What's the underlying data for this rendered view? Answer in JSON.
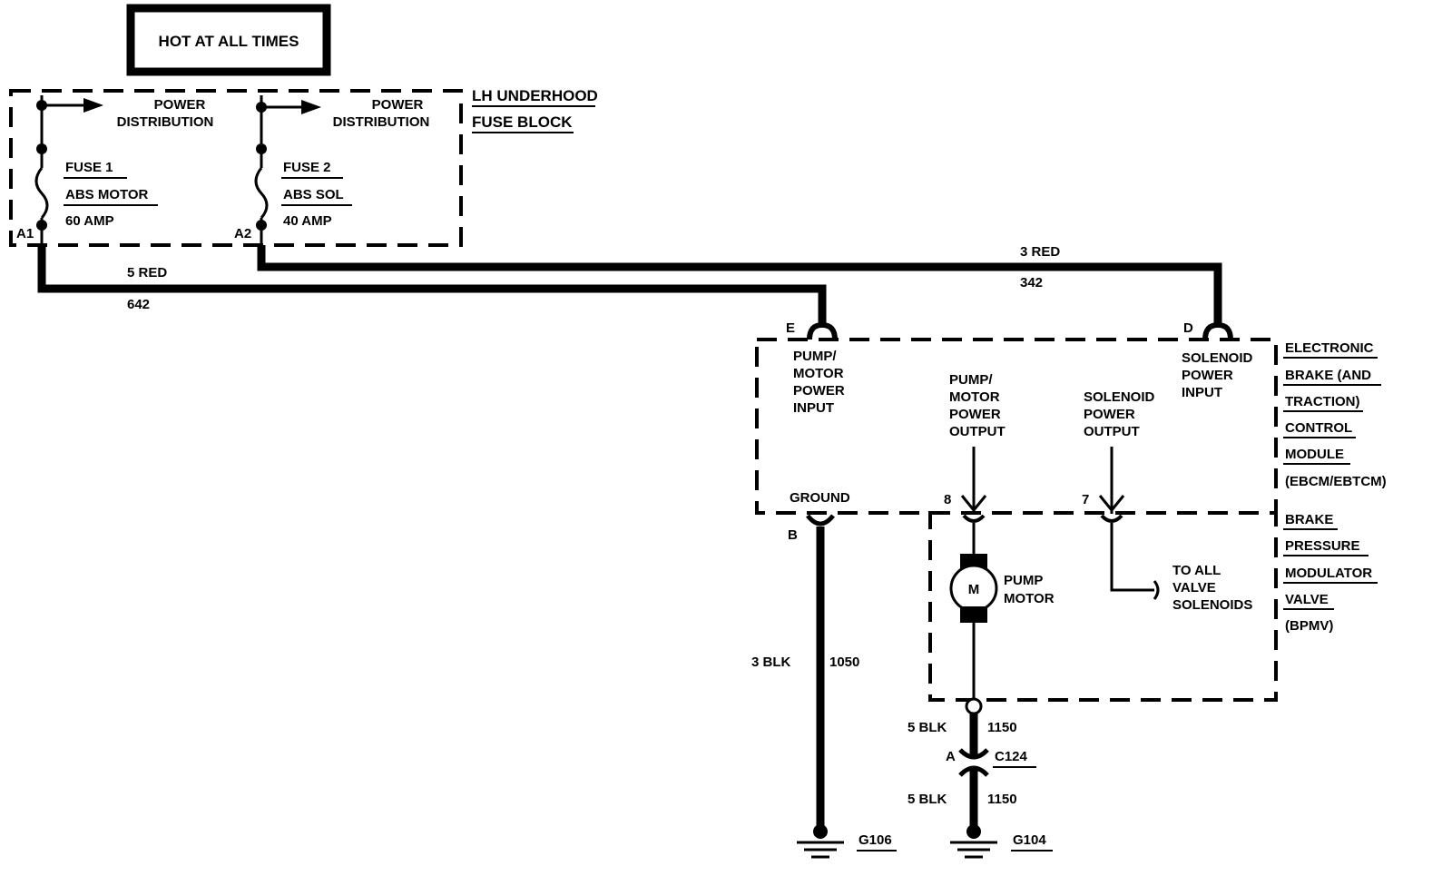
{
  "hot_label": "HOT AT ALL TIMES",
  "fuse_block": {
    "name_line1": "LH UNDERHOOD",
    "name_line2": "FUSE BLOCK",
    "power_dist_line1": "POWER",
    "power_dist_line2": "DISTRIBUTION",
    "fuse1": {
      "name": "FUSE 1",
      "desc": "ABS MOTOR",
      "rating": "60 AMP",
      "terminal": "A1"
    },
    "fuse2": {
      "name": "FUSE 2",
      "desc": "ABS SOL",
      "rating": "40 AMP",
      "terminal": "A2"
    }
  },
  "wires": {
    "w642": {
      "gauge_color": "5 RED",
      "circuit": "642"
    },
    "w342": {
      "gauge_color": "3 RED",
      "circuit": "342"
    },
    "w1050": {
      "gauge_color": "3 BLK",
      "circuit": "1050"
    },
    "w1150a": {
      "gauge_color": "5 BLK",
      "circuit": "1150"
    },
    "w1150b": {
      "gauge_color": "5 BLK",
      "circuit": "1150"
    }
  },
  "ebcm": {
    "name_lines": [
      "ELECTRONIC",
      "BRAKE (AND",
      "TRACTION)",
      "CONTROL",
      "MODULE",
      "(EBCM/EBTCM)"
    ],
    "pin_e": "E",
    "pin_d": "D",
    "pin_b": "B",
    "pin_8": "8",
    "pin_7": "7",
    "pump_input": [
      "PUMP/",
      "MOTOR",
      "POWER",
      "INPUT"
    ],
    "pump_output": [
      "PUMP/",
      "MOTOR",
      "POWER",
      "OUTPUT"
    ],
    "sol_output": [
      "SOLENOID",
      "POWER",
      "OUTPUT"
    ],
    "sol_input": [
      "SOLENOID",
      "POWER",
      "INPUT"
    ],
    "ground": "GROUND"
  },
  "bpmv": {
    "name_lines": [
      "BRAKE",
      "PRESSURE",
      "MODULATOR",
      "VALVE",
      "(BPMV)"
    ],
    "motor_symbol": "M",
    "pump_motor": [
      "PUMP",
      "MOTOR"
    ],
    "to_valves": [
      "TO ALL",
      "VALVE",
      "SOLENOIDS"
    ]
  },
  "connector": {
    "pin": "A",
    "name": "C124"
  },
  "grounds": {
    "g106": "G106",
    "g104": "G104"
  }
}
